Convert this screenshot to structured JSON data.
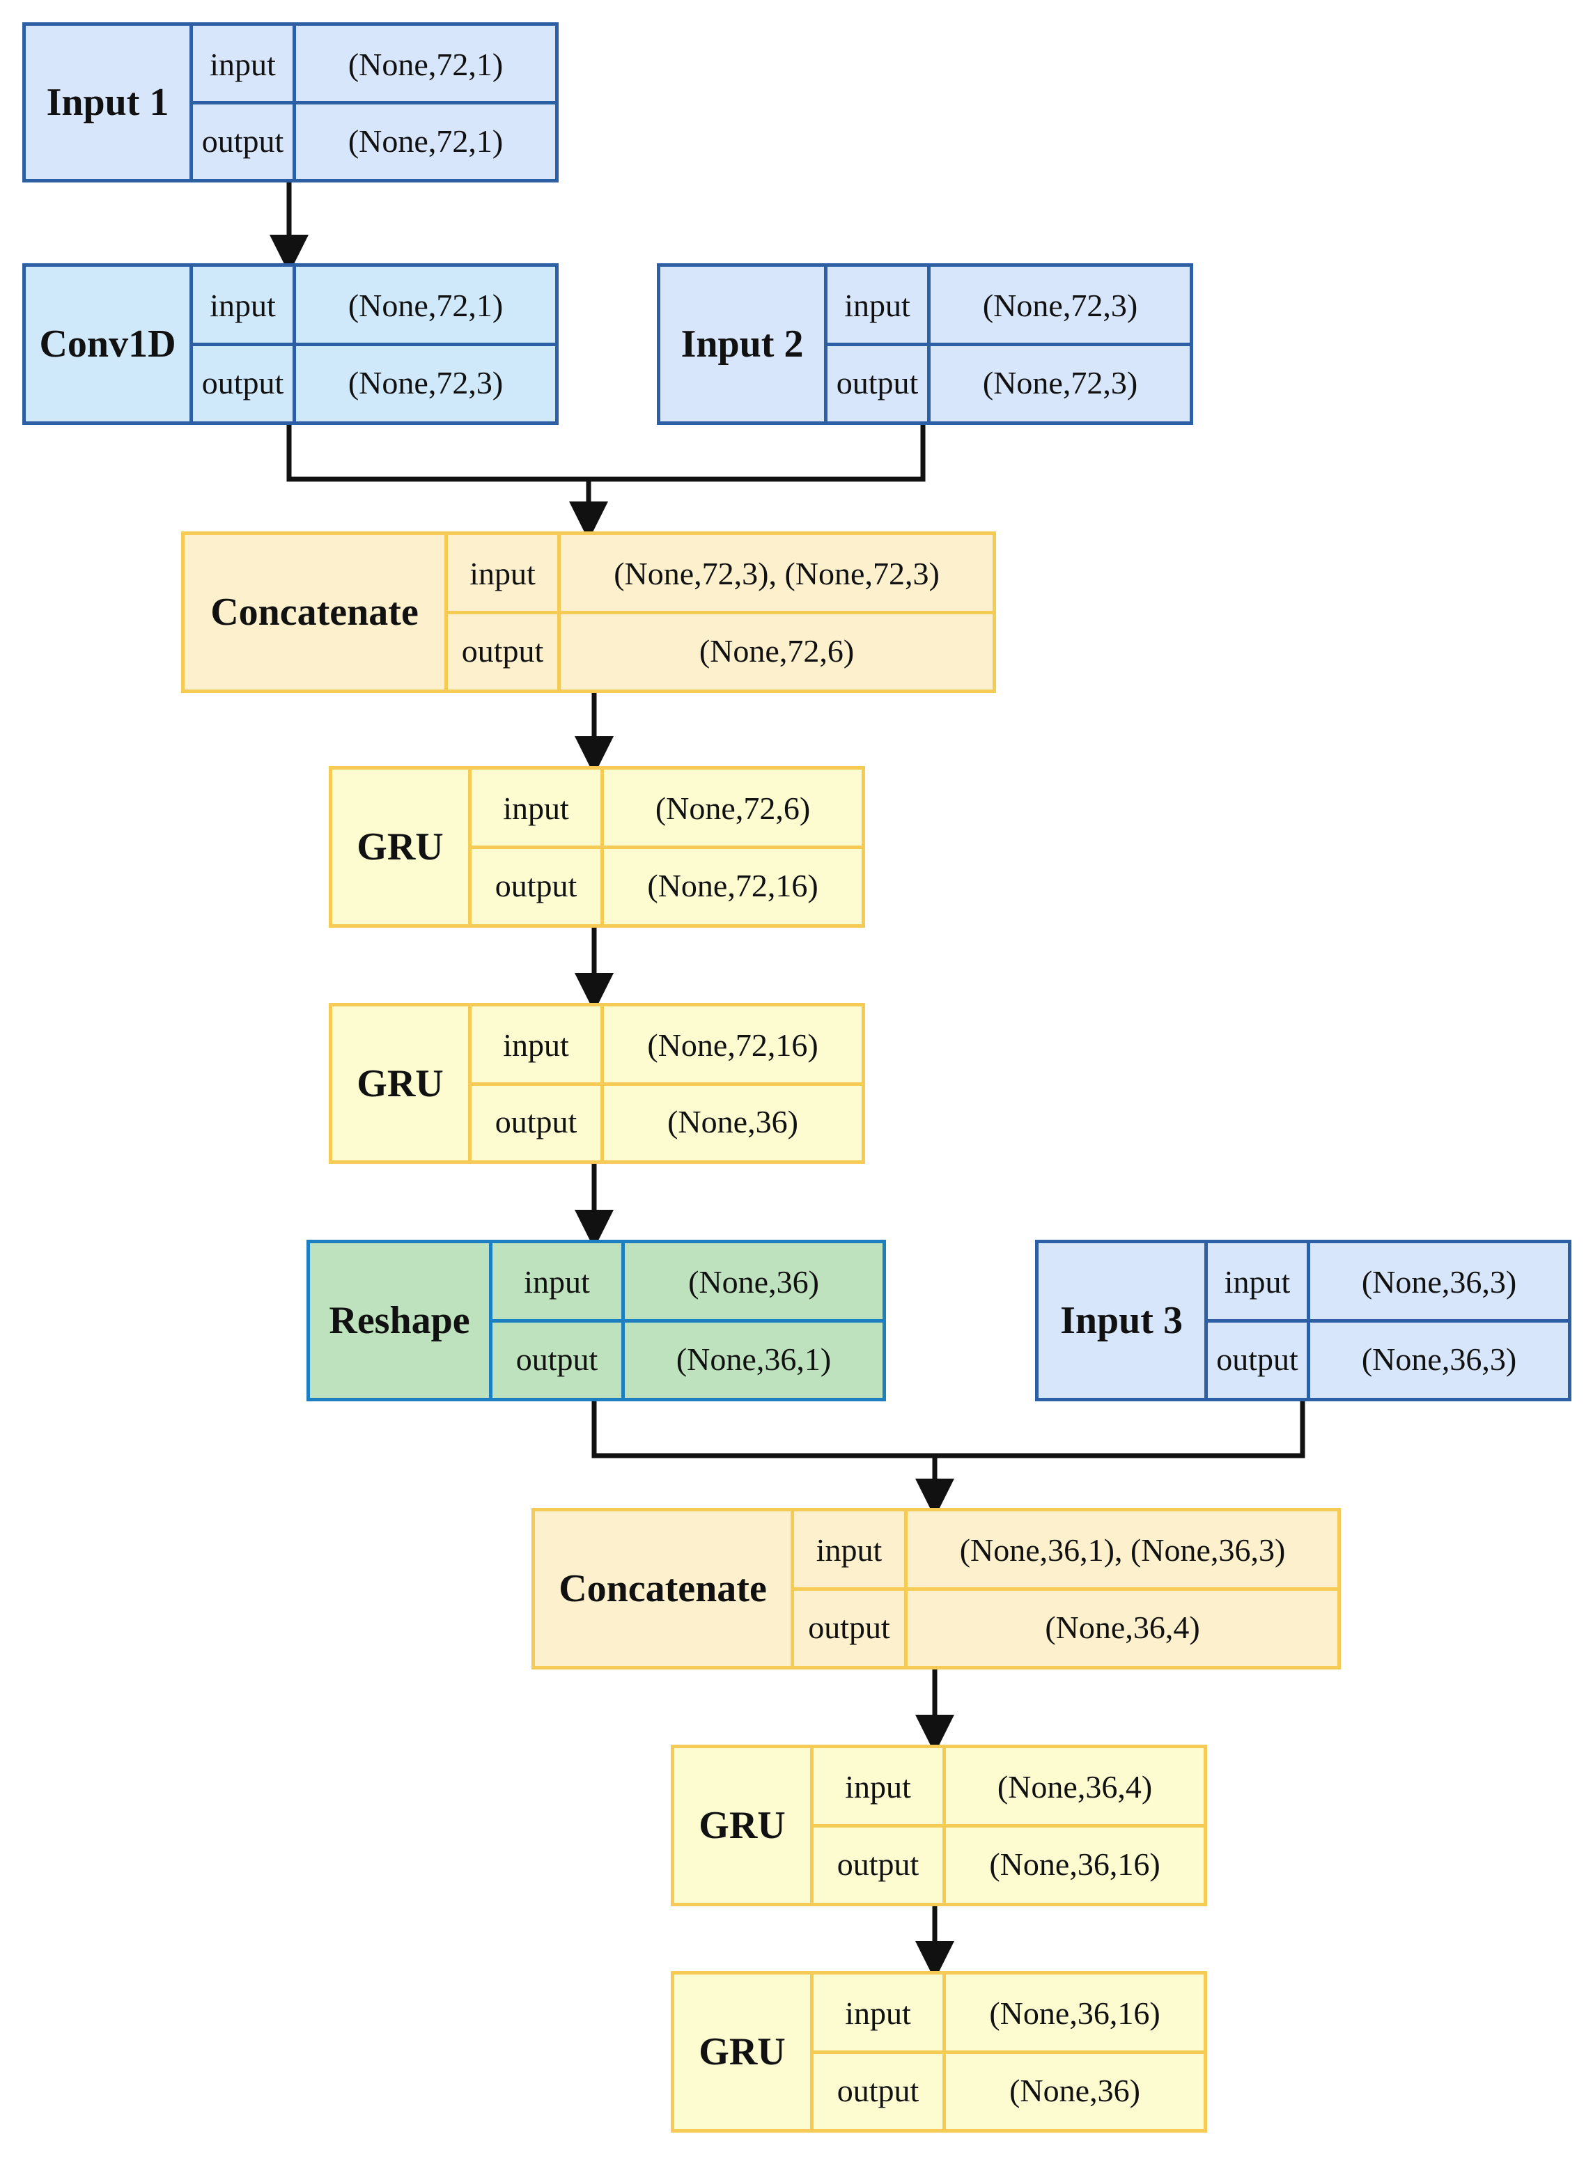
{
  "colors": {
    "input_fill": "#d7e6fa",
    "input_border": "#2c5fa4",
    "conv_fill": "#cfe9fb",
    "concat_fill": "#fdf0cc",
    "gru_fill": "#fdfbd0",
    "yellow_border": "#f5cb55",
    "reshape_fill": "#bde2bd",
    "reshape_border": "#1d7fc2",
    "arrow": "#111111"
  },
  "layers": {
    "input1": {
      "name": "Input 1",
      "input_label": "input",
      "input": "(None,72,1)",
      "output_label": "output",
      "output": "(None,72,1)"
    },
    "conv1d": {
      "name": "Conv1D",
      "input_label": "input",
      "input": "(None,72,1)",
      "output_label": "output",
      "output": "(None,72,3)"
    },
    "input2": {
      "name": "Input 2",
      "input_label": "input",
      "input": "(None,72,3)",
      "output_label": "output",
      "output": "(None,72,3)"
    },
    "concat1": {
      "name": "Concatenate",
      "input_label": "input",
      "input": "(None,72,3), (None,72,3)",
      "output_label": "output",
      "output": "(None,72,6)"
    },
    "gru1": {
      "name": "GRU",
      "input_label": "input",
      "input": "(None,72,6)",
      "output_label": "output",
      "output": "(None,72,16)"
    },
    "gru2": {
      "name": "GRU",
      "input_label": "input",
      "input": "(None,72,16)",
      "output_label": "output",
      "output": "(None,36)"
    },
    "reshape": {
      "name": "Reshape",
      "input_label": "input",
      "input": "(None,36)",
      "output_label": "output",
      "output": "(None,36,1)"
    },
    "input3": {
      "name": "Input 3",
      "input_label": "input",
      "input": "(None,36,3)",
      "output_label": "output",
      "output": "(None,36,3)"
    },
    "concat2": {
      "name": "Concatenate",
      "input_label": "input",
      "input": "(None,36,1), (None,36,3)",
      "output_label": "output",
      "output": "(None,36,4)"
    },
    "gru3": {
      "name": "GRU",
      "input_label": "input",
      "input": "(None,36,4)",
      "output_label": "output",
      "output": "(None,36,16)"
    },
    "gru4": {
      "name": "GRU",
      "input_label": "input",
      "input": "(None,36,16)",
      "output_label": "output",
      "output": "(None,36)"
    }
  }
}
